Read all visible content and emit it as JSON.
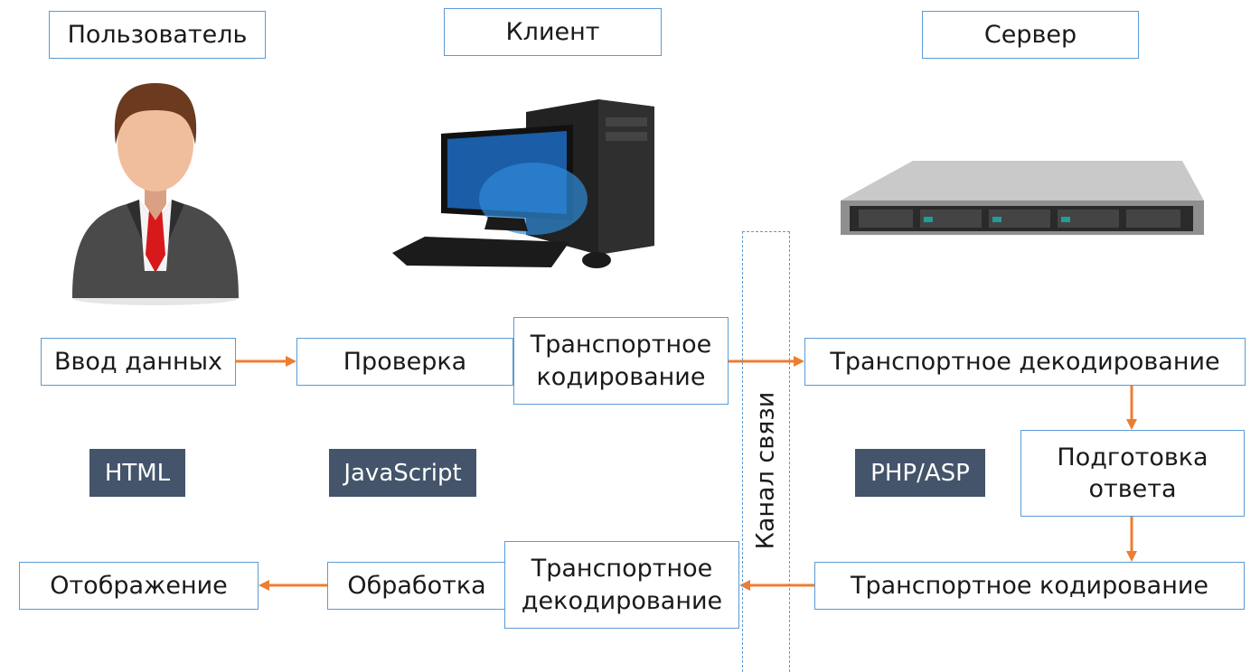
{
  "headers": {
    "user": "Пользователь",
    "client": "Клиент",
    "server": "Сервер"
  },
  "channel": {
    "label": "Канал связи"
  },
  "top_row": {
    "input": "Ввод данных",
    "validation": "Проверка",
    "transport_encoding": "Транспортное кодирование",
    "transport_decoding": "Транспортное декодирование"
  },
  "middle": {
    "response_prep": "Подготовка ответа"
  },
  "bottom_row": {
    "display": "Отображение",
    "processing": "Обработка",
    "transport_decoding": "Транспортное декодирование",
    "transport_encoding": "Транспортное кодирование"
  },
  "tech_tags": {
    "html": "HTML",
    "javascript": "JavaScript",
    "php_asp": "PHP/ASP"
  },
  "colors": {
    "box_border": "#5b9bd5",
    "arrow": "#ed7d31",
    "tag_bg": "#44546a"
  },
  "icons": [
    "user-avatar-icon",
    "desktop-computer-icon",
    "rack-server-icon"
  ]
}
